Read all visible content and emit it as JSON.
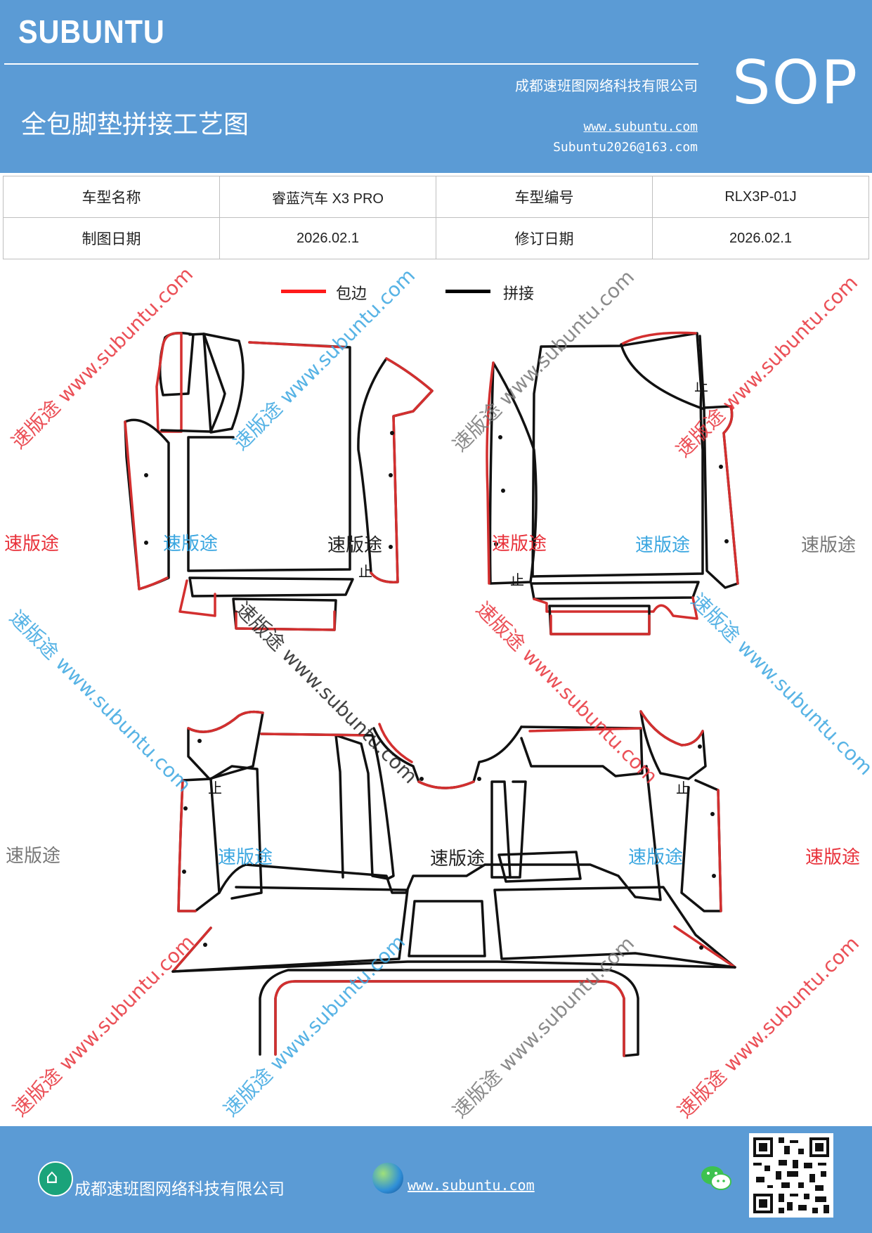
{
  "header": {
    "brand": "SUBUNTU",
    "company": "成都速班图网络科技有限公司",
    "title": "全包脚垫拼接工艺图",
    "url": "www.subuntu.com",
    "email": "Subuntu2026@163.com",
    "badge": "SOP"
  },
  "info_table": {
    "row1": {
      "label1": "车型名称",
      "value1": "睿蓝汽车 X3 PRO",
      "label2": "车型编号",
      "value2": "RLX3P-01J"
    },
    "row2": {
      "label1": "制图日期",
      "value1": "2026.02.1",
      "label2": "修订日期",
      "value2": "2026.02.1"
    }
  },
  "legend": {
    "items": [
      {
        "label": "包边",
        "color": "#ff1a1a"
      },
      {
        "label": "拼接",
        "color": "#000000"
      }
    ]
  },
  "diagram": {
    "stop_mark": "止",
    "watermarks": {
      "short": "速版途",
      "long": "速版途 www.subuntu.com"
    },
    "colors": {
      "edge": "#d32f2f",
      "seam": "#111111",
      "wm_red": "#e8313a",
      "wm_blue": "#3aa6e0",
      "wm_gray": "#777777"
    }
  },
  "footer": {
    "company": "成都速班图网络科技有限公司",
    "url": "www.subuntu.com",
    "icons": [
      "home-icon",
      "globe-icon",
      "wechat-icon",
      "qr-code"
    ]
  },
  "colors": {
    "brand_blue": "#5b9bd5",
    "white": "#ffffff"
  }
}
